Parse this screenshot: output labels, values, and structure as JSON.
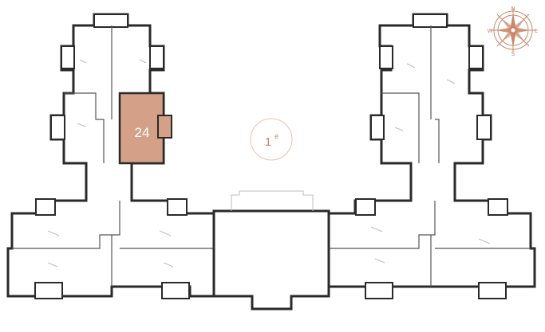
{
  "floor_badge": {
    "number": "1",
    "suffix": "e"
  },
  "selected_unit": {
    "label": "24"
  },
  "compass": {
    "north": "N",
    "east": "E",
    "south": "S",
    "west": "W"
  },
  "colors": {
    "selected_unit_fill": "#d4a088",
    "accent": "#c9876a",
    "wall": "#2a2a2a"
  }
}
